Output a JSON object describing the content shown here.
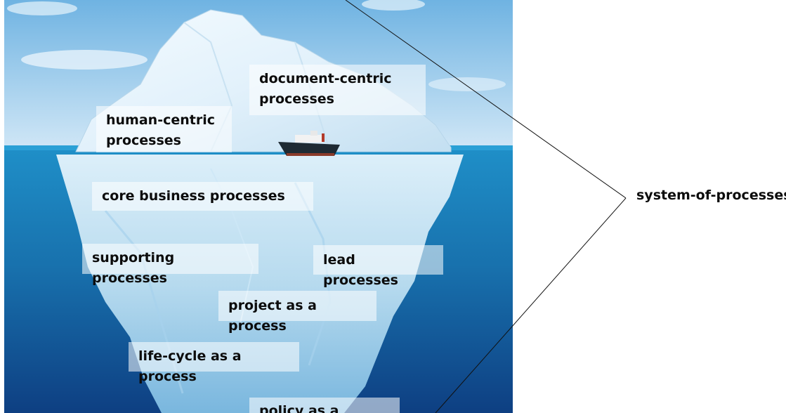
{
  "diagram": {
    "labels": {
      "document_centric": "document-centric\nprocesses",
      "human_centric": "human-centric\nprocesses",
      "core_business": "core business processes",
      "supporting": "supporting processes",
      "lead": "lead processes",
      "project": "project as a process",
      "life_cycle": "life-cycle as a process",
      "policy": "policy as a process"
    },
    "bracket_label": "system-of-processes"
  }
}
